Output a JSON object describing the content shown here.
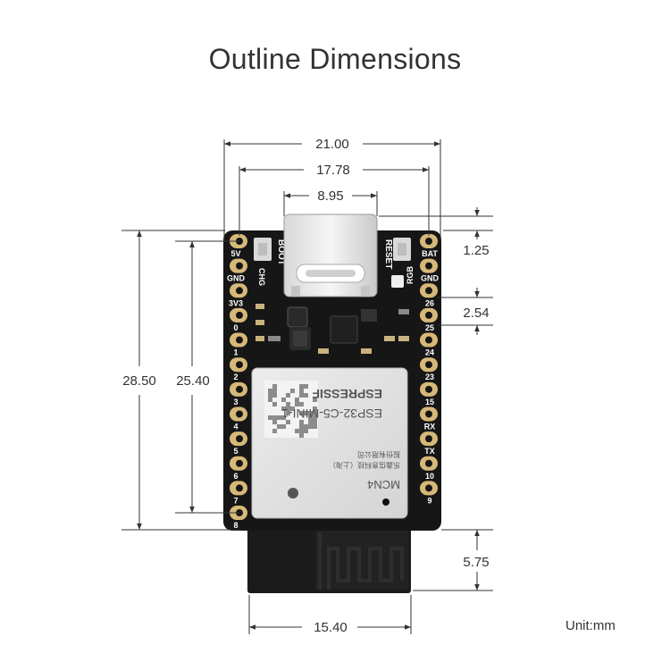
{
  "title": "Outline Dimensions",
  "unit": "Unit:mm",
  "dimensions": {
    "width_total": "21.00",
    "width_pin_pitch_span": "17.78",
    "width_usb": "8.95",
    "height_total": "28.50",
    "height_pin_span": "25.40",
    "pin_pitch": "2.54",
    "usb_overhang": "1.25",
    "antenna_overhang": "5.75",
    "antenna_width": "15.40"
  },
  "board": {
    "left_pins": [
      "5V",
      "GND",
      "3V3",
      "0",
      "1",
      "2",
      "3",
      "4",
      "5",
      "6",
      "7",
      "8"
    ],
    "right_pins": [
      "BAT",
      "GND",
      "26",
      "25",
      "24",
      "23",
      "15",
      "RX",
      "TX",
      "10",
      "9"
    ],
    "silkscreen": {
      "boot": "BOOT",
      "reset": "RESET",
      "chg": "CHG",
      "rgb": "RGB"
    },
    "module": {
      "brand": "ESPRESSIF",
      "model": "ESP32-C5-MINI-1",
      "code": "MCN4",
      "maker_cn_1": "乐鑫信息科技（上海）",
      "maker_cn_2": "股份有限公司"
    }
  },
  "colors": {
    "pcb": "#161616",
    "pad_gold": "#d6b878",
    "dimension_line": "#333333"
  }
}
